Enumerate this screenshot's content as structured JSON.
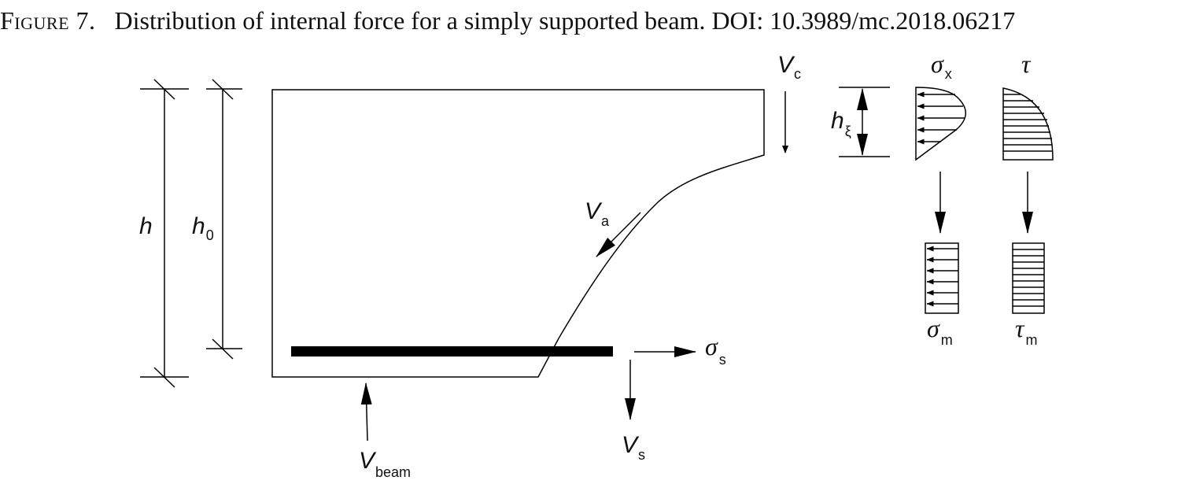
{
  "caption": {
    "figure_label": "Figure 7.",
    "text": "Distribution of internal force for a simply supported beam. DOI: 10.3989/mc.2018.06217"
  },
  "labels": {
    "h": "h",
    "h0_main": "h",
    "h0_sub": "0",
    "hxi_main": "h",
    "hxi_sub": "ξ",
    "vc_main": "V",
    "vc_sub": "c",
    "va_main": "V",
    "va_sub": "a",
    "vs_main": "V",
    "vs_sub": "s",
    "vbeam_main": "V",
    "vbeam_sub": "beam",
    "sigma_s_main": "σ",
    "sigma_s_sub": "s",
    "sigma_x_main": "σ",
    "sigma_x_sub": "x",
    "tau": "τ",
    "sigma_m_main": "σ",
    "sigma_m_sub": "m",
    "tau_m_main": "τ",
    "tau_m_sub": "m"
  }
}
